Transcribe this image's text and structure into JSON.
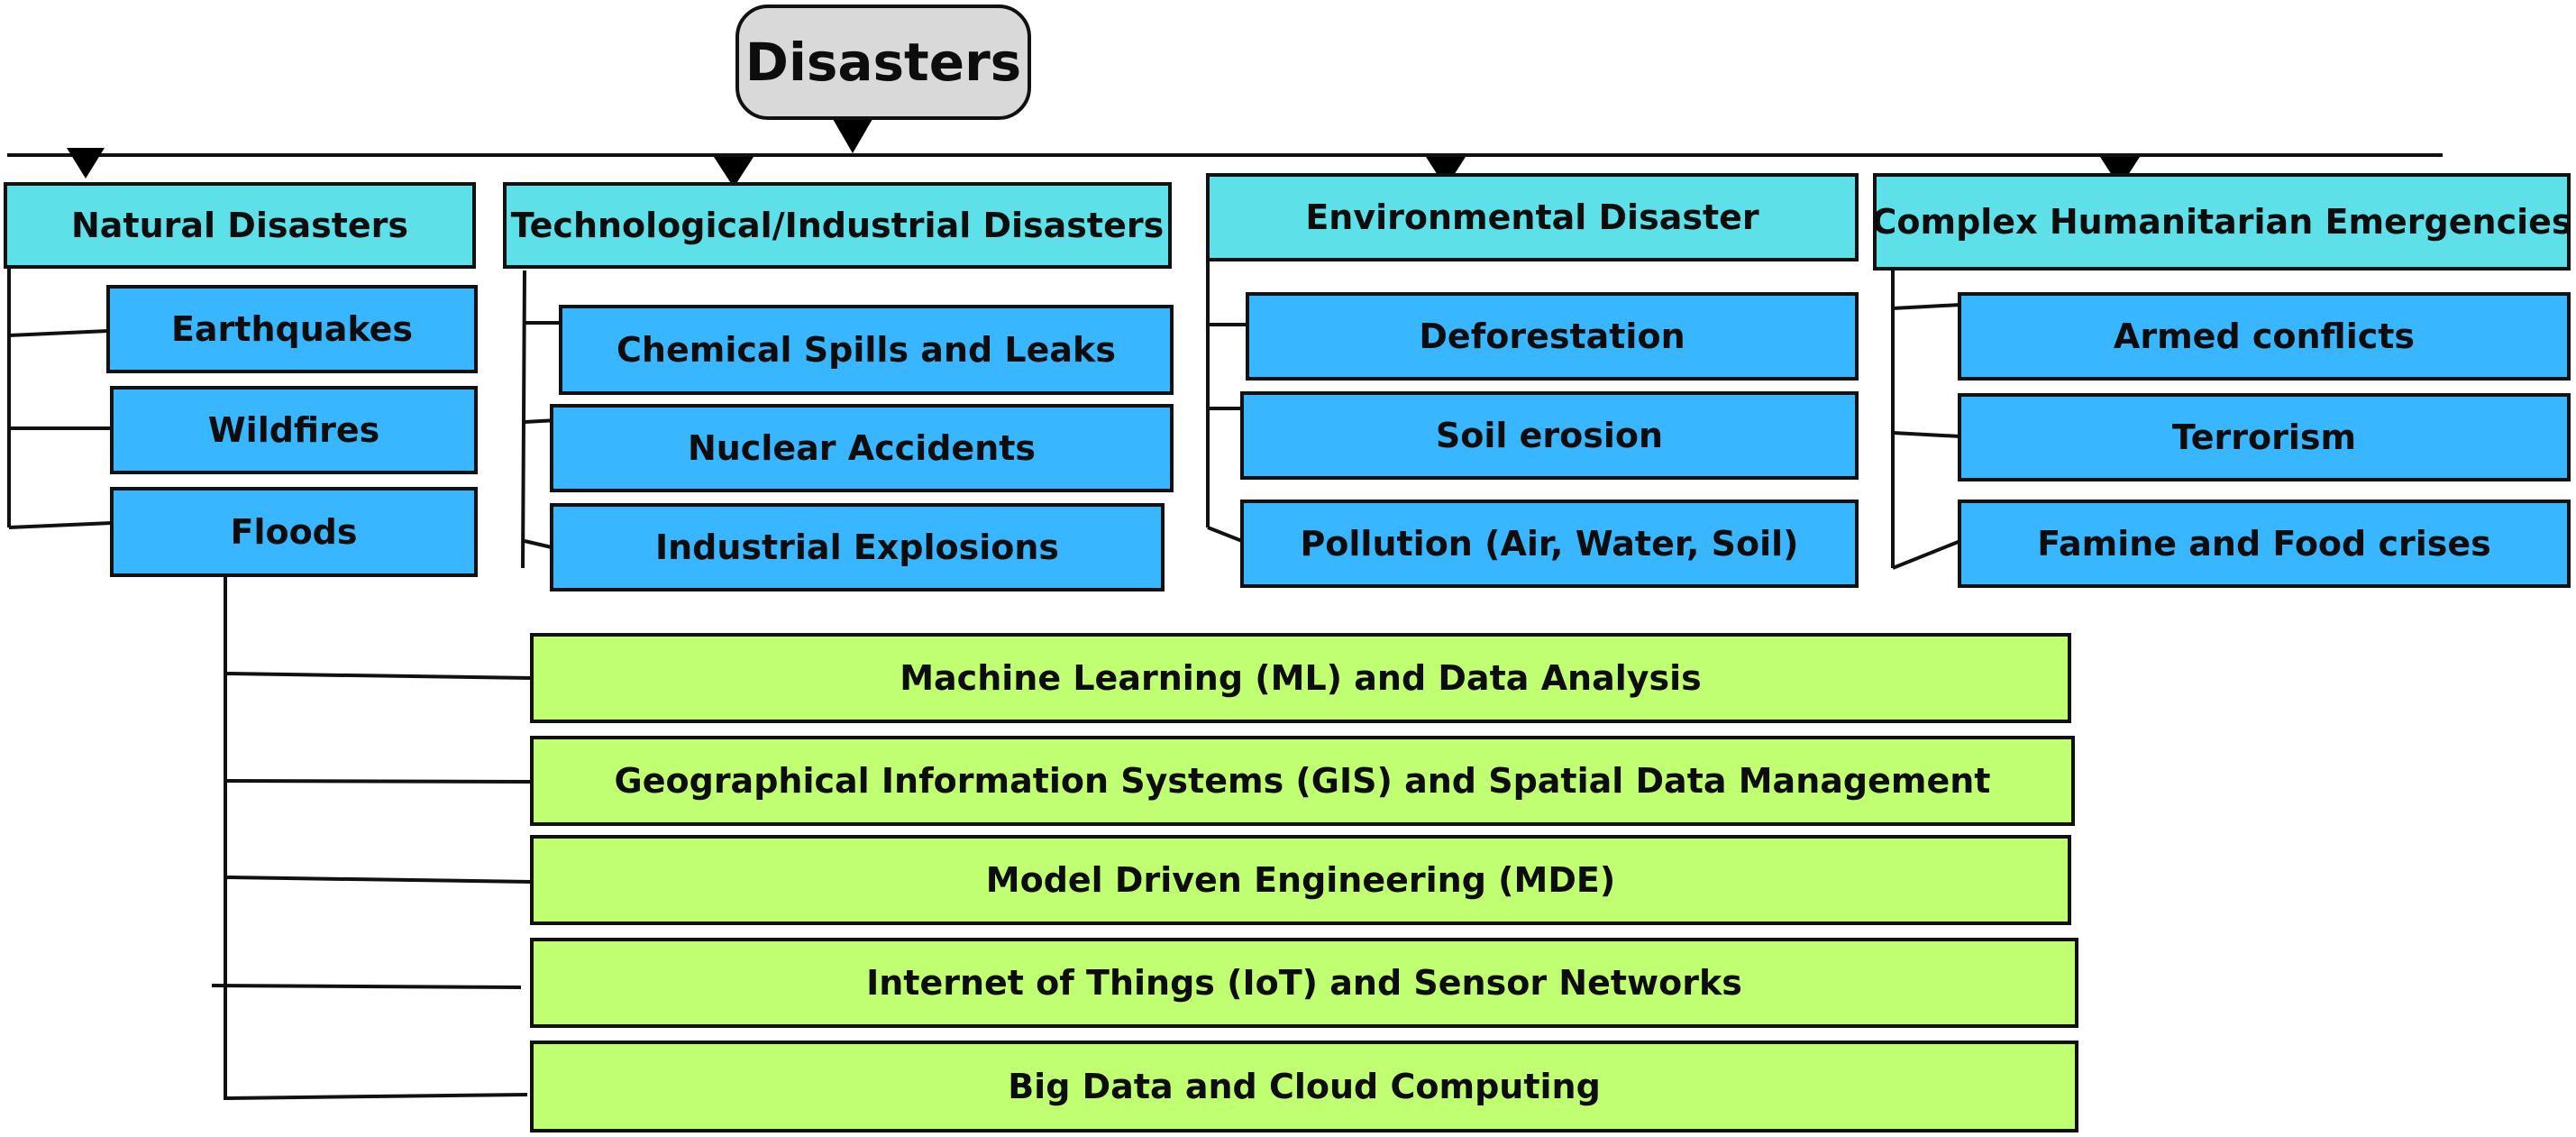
{
  "root": {
    "label": "Disasters"
  },
  "categories": [
    {
      "label": "Natural Disasters",
      "items": [
        "Earthquakes",
        "Wildfires",
        "Floods"
      ]
    },
    {
      "label": "Technological/Industrial Disasters",
      "items": [
        "Chemical Spills and Leaks",
        "Nuclear Accidents",
        "Industrial Explosions"
      ]
    },
    {
      "label": "Environmental Disaster",
      "items": [
        "Deforestation",
        "Soil erosion",
        "Pollution (Air, Water, Soil)"
      ]
    },
    {
      "label": "Complex Humanitarian Emergencies",
      "items": [
        "Armed conflicts",
        "Terrorism",
        "Famine and Food crises"
      ]
    }
  ],
  "technologies": [
    "Machine Learning (ML) and Data Analysis",
    "Geographical Information Systems (GIS) and Spatial Data Management",
    "Model Driven Engineering (MDE)",
    "Internet of Things (IoT) and Sensor Networks",
    "Big Data and Cloud Computing"
  ],
  "colors": {
    "root": "#d9d9d9",
    "category": "#5ee0e8",
    "subcategory": "#38b6ff",
    "technology": "#c1ff72"
  }
}
